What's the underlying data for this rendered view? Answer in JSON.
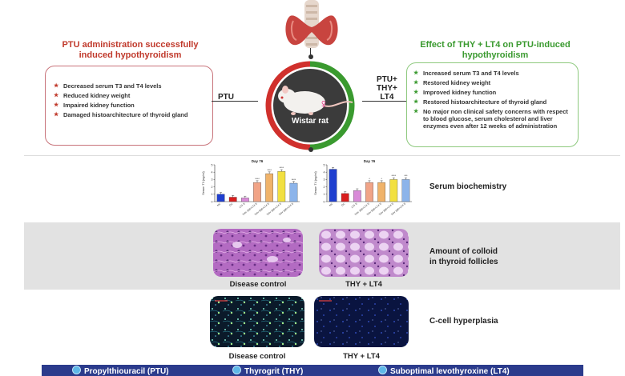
{
  "left_panel": {
    "title": "PTU administration successfully induced hypothyroidism",
    "bullets": [
      "Decreased serum T3 and T4 levels",
      "Reduced kidney weight",
      "Impaired kidney function",
      "Damaged histoarchitecture of thyroid gland"
    ],
    "arrow_label": "PTU"
  },
  "right_panel": {
    "title": "Effect of THY + LT4 on PTU-induced hypothyroidism",
    "bullets": [
      "Increased serum T3 and T4 levels",
      "Restored kidney weight",
      "Improved kidney function",
      "Restored histoarchitecture of thyroid gland",
      "No major non clinical safety concerns with respect to blood glucose, serum cholesterol and liver enzymes even after 12 weeks of administration"
    ],
    "arrow_label_lines": [
      "PTU+",
      "THY+",
      "LT4"
    ]
  },
  "center": {
    "label": "Wistar rat",
    "symbol": "♀"
  },
  "sections": {
    "serum": {
      "label": "Serum biochemistry"
    },
    "colloid": {
      "label_lines": [
        "Amount of colloid",
        "in thyroid follicles"
      ],
      "captions": [
        "Disease control",
        "THY + LT4"
      ]
    },
    "ccell": {
      "label": "C-cell hyperplasia",
      "captions": [
        "Disease control",
        "THY + LT4"
      ]
    }
  },
  "chart_data": [
    {
      "type": "bar",
      "title": "Day 76",
      "ylabel": "Serum T3 (ng/ml)",
      "categories": [
        "NC",
        "DC",
        "LT4 S",
        "THY 300+LT4 S",
        "THY 600+LT4 S",
        "THY 800+LT4 S",
        "THY 800+LT4 S"
      ],
      "values": [
        1.0,
        0.6,
        0.5,
        2.6,
        3.8,
        4.1,
        2.5
      ],
      "colors": [
        "#1f3fcf",
        "#d81e1e",
        "#d98bd8",
        "#f1a487",
        "#f0b36a",
        "#f2e040",
        "#8cb4ea"
      ],
      "ylim": [
        0,
        5
      ],
      "annotations": [
        "",
        "",
        "",
        "****",
        "****",
        "****",
        "****"
      ]
    },
    {
      "type": "bar",
      "title": "Day 76",
      "ylabel": "Serum T4 (ng/ml)",
      "categories": [
        "NC",
        "DC",
        "LT4 S",
        "THY 300+LT4 S",
        "THY 600+LT4 S",
        "THY 800+LT4 S",
        "THY 800+LT4 S"
      ],
      "values": [
        4.4,
        1.1,
        1.5,
        2.6,
        2.6,
        3.0,
        3.0
      ],
      "colors": [
        "#1f3fcf",
        "#d81e1e",
        "#d98bd8",
        "#f1a487",
        "#f0b36a",
        "#f2e040",
        "#8cb4ea"
      ],
      "ylim": [
        0,
        5
      ],
      "annotations": [
        "",
        "",
        "",
        "*",
        "*",
        "****",
        "***"
      ]
    }
  ],
  "footer": {
    "items": [
      "Propylthiouracil (PTU)",
      "Thyrogrit (THY)",
      "Suboptimal levothyroxine (LT4)"
    ]
  },
  "colors": {
    "red": "#c0392b",
    "green": "#3a9a2f",
    "footer_bg": "#2b3b8c",
    "band_gray": "#e2e2e2"
  }
}
